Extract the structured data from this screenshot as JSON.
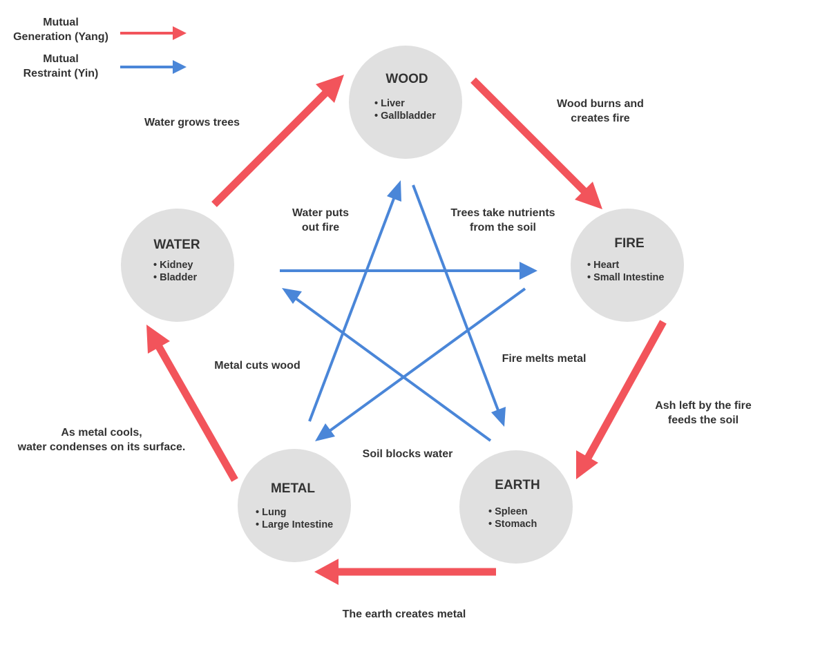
{
  "legend": {
    "generation": "Mutual\nGeneration (Yang)",
    "restraint": "Mutual\nRestraint (Yin)"
  },
  "colors": {
    "generation": "#f2545b",
    "restraint": "#4a86d8",
    "circle": "#e0e0e0"
  },
  "elements": {
    "wood": {
      "name": "WOOD",
      "organs": [
        "• Liver",
        "• Gallbladder"
      ]
    },
    "fire": {
      "name": "FIRE",
      "organs": [
        "• Heart",
        "• Small Intestine"
      ]
    },
    "earth": {
      "name": "EARTH",
      "organs": [
        "• Spleen",
        "• Stomach"
      ]
    },
    "metal": {
      "name": "METAL",
      "organs": [
        "• Lung",
        "• Large Intestine"
      ]
    },
    "water": {
      "name": "WATER",
      "organs": [
        "• Kidney",
        "• Bladder"
      ]
    }
  },
  "generation_labels": {
    "water_wood": "Water grows trees",
    "wood_fire": "Wood burns and\ncreates fire",
    "fire_earth": "Ash left by the fire\nfeeds the soil",
    "earth_metal": "The earth creates metal",
    "metal_water": "As metal cools,\nwater condenses on its surface."
  },
  "restraint_labels": {
    "water_fire": "Water puts\nout fire",
    "wood_earth": "Trees take nutrients\nfrom the soil",
    "fire_metal": "Fire melts metal",
    "earth_water": "Soil blocks water",
    "metal_wood": "Metal cuts wood"
  }
}
